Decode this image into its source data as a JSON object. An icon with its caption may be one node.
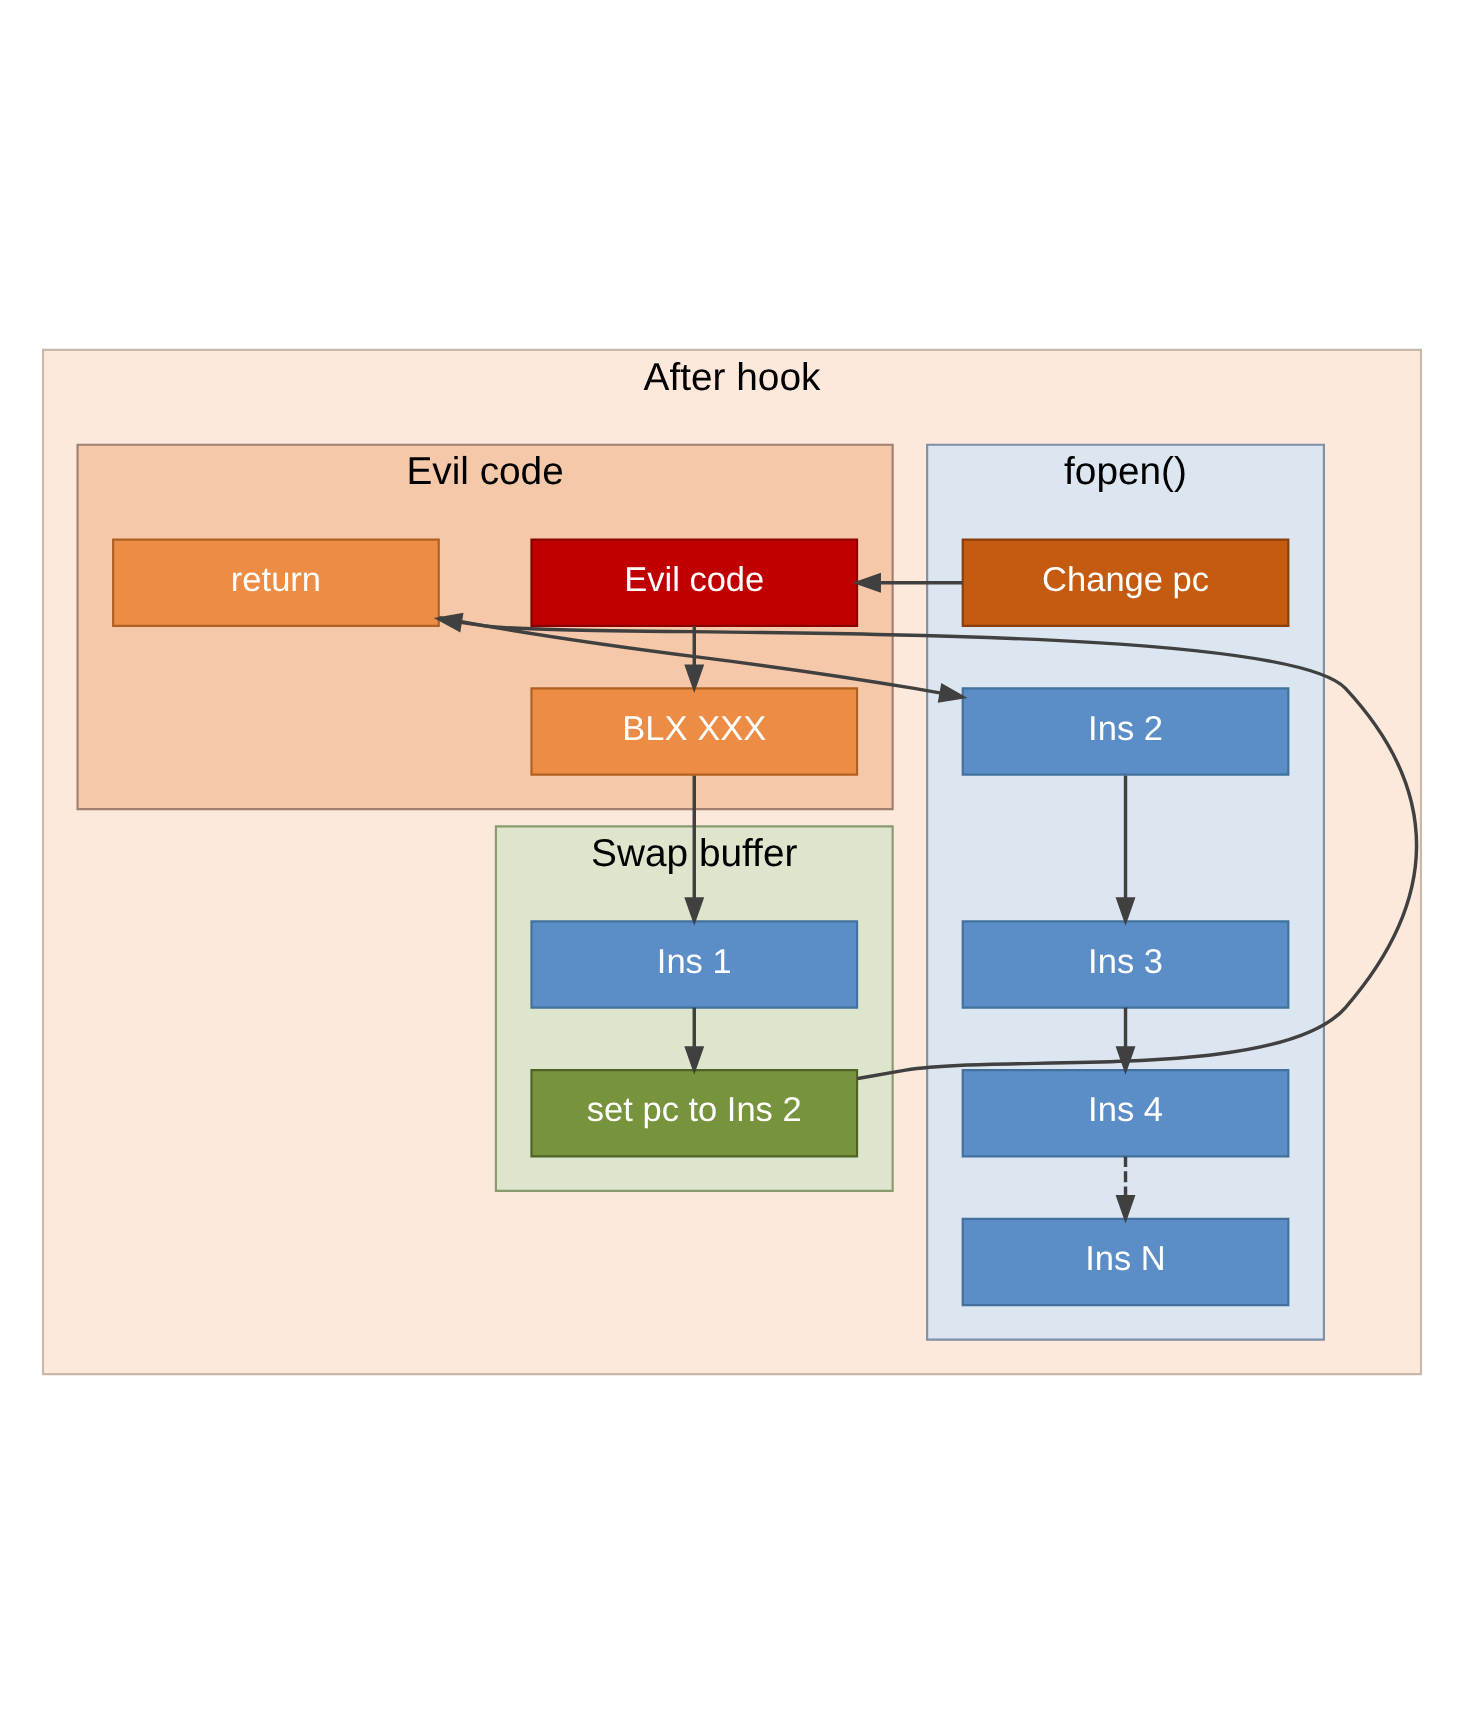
{
  "diagram": {
    "nodes": [
      {
        "text": [
          "After hook"
        ]
      },
      {
        "text": [
          "fopen()"
        ],
        "in": 0
      },
      {
        "text": [
          "Change pc"
        ],
        "in": 1
      },
      {
        "text": [
          "Ins 2"
        ],
        "in": 1
      },
      {
        "text": [
          "Ins 3"
        ],
        "in": 1
      },
      {
        "text": [
          "Ins 4"
        ],
        "in": 1
      },
      {
        "text": [
          "Ins N"
        ],
        "in": 1
      },
      {
        "text": [
          "Evil code"
        ],
        "in": 0
      },
      {
        "text": [
          "Evil code"
        ],
        "in": 7
      },
      {
        "text": [
          "BLX XXX"
        ],
        "in": 7
      },
      {
        "text": [
          "return"
        ],
        "in": 7
      },
      {
        "text": [
          "Swap buffer"
        ],
        "in": 0
      },
      {
        "text": [
          "Ins 1"
        ],
        "in": 11
      },
      {
        "text": [
          "set pc to Ins 2"
        ],
        "in": 11
      }
    ],
    "edges": [
      {
        "from": 2,
        "to": 8,
        "arrow": "to"
      },
      {
        "from": 8,
        "to": 9,
        "arrow": "to"
      },
      {
        "from": 10,
        "to": 3,
        "arrow": "to"
      },
      {
        "from": 3,
        "to": 4,
        "arrow": "to"
      },
      {
        "from": 4,
        "to": 5,
        "arrow": "to"
      },
      {
        "from": 5,
        "to": 6,
        "arrow": "to",
        "style": "dashed"
      },
      {
        "from": 9,
        "to": 12,
        "arrow": "to"
      },
      {
        "from": 12,
        "to": 13,
        "arrow": "to"
      },
      {
        "from": 13,
        "to": 10,
        "arrow": "to"
      }
    ]
  }
}
